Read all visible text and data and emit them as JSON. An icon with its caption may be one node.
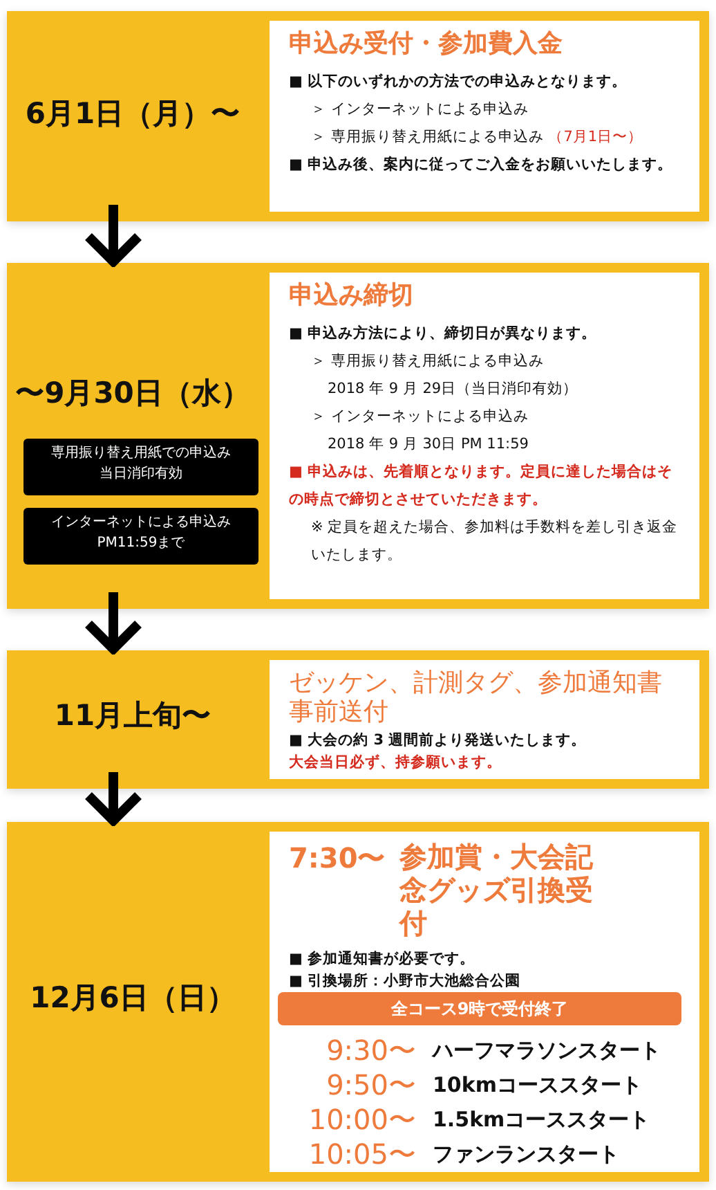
{
  "diagram": {
    "nodes": [
      {
        "text": [
          "6月1日（月）〜"
        ]
      },
      {
        "text": [
          "申込み受付・参加費入金",
          "■ 以下のいずれかの方法での申込みとなります。",
          "＞ インターネットによる申込み",
          "＞ 専用振り替え用紙による申込み",
          "（7月1日〜）",
          "■ 申込み後、案内に従ってご入金をお願いいたします。"
        ],
        "in": 0
      },
      {
        "text": [
          "〜9月30日（水）"
        ]
      },
      {
        "text": [
          "専用振り替え用紙での申込み",
          "当日消印有効"
        ],
        "in": 2
      },
      {
        "text": [
          "インターネットによる申込み",
          "PM11:59まで"
        ],
        "in": 2
      },
      {
        "text": [
          "申込み締切",
          "■ 申込み方法により、締切日が異なります。",
          "＞ 専用振り替え用紙による申込み",
          "2018 年 9 月 29日（当日消印有効）",
          "＞ インターネットによる申込み",
          "2018 年 9 月 30日 PM 11:59",
          "■ 申込みは、先着順となります。定員に達した場合はその時点で締切とさせていただきます。",
          "※ 定員を超えた場合、参加料は手数料を差し引き返金いたします。"
        ],
        "in": 2
      },
      {
        "text": [
          "11月上旬〜"
        ]
      },
      {
        "text": [
          "ゼッケン、計測タグ、参加通知書事前送付",
          "■ 大会の約 3 週間前より発送いたします。",
          "大会当日必ず、持参願います。"
        ],
        "in": 6
      },
      {
        "text": [
          "12月6日（日）"
        ]
      },
      {
        "text": [
          "7:30〜",
          "参加賞・大会記念グッズ引換受付",
          "■ 参加通知書が必要です。",
          "■ 引換場所：小野市大池総合公園"
        ],
        "in": 8
      },
      {
        "text": [
          "全コース9時で受付終了"
        ],
        "in": 9
      }
    ],
    "edges": [
      {
        "from": 0,
        "to": 2,
        "arrow": "to"
      },
      {
        "from": 2,
        "to": 6,
        "arrow": "to"
      },
      {
        "from": 6,
        "to": 8,
        "arrow": "to"
      }
    ],
    "labels": [
      "9:30〜",
      "ハーフマラソンスタート",
      "9:50〜",
      "10kmコーススタート",
      "10:00〜",
      "1.5kmコーススタート",
      "10:05〜",
      "ファンランスタート"
    ]
  }
}
